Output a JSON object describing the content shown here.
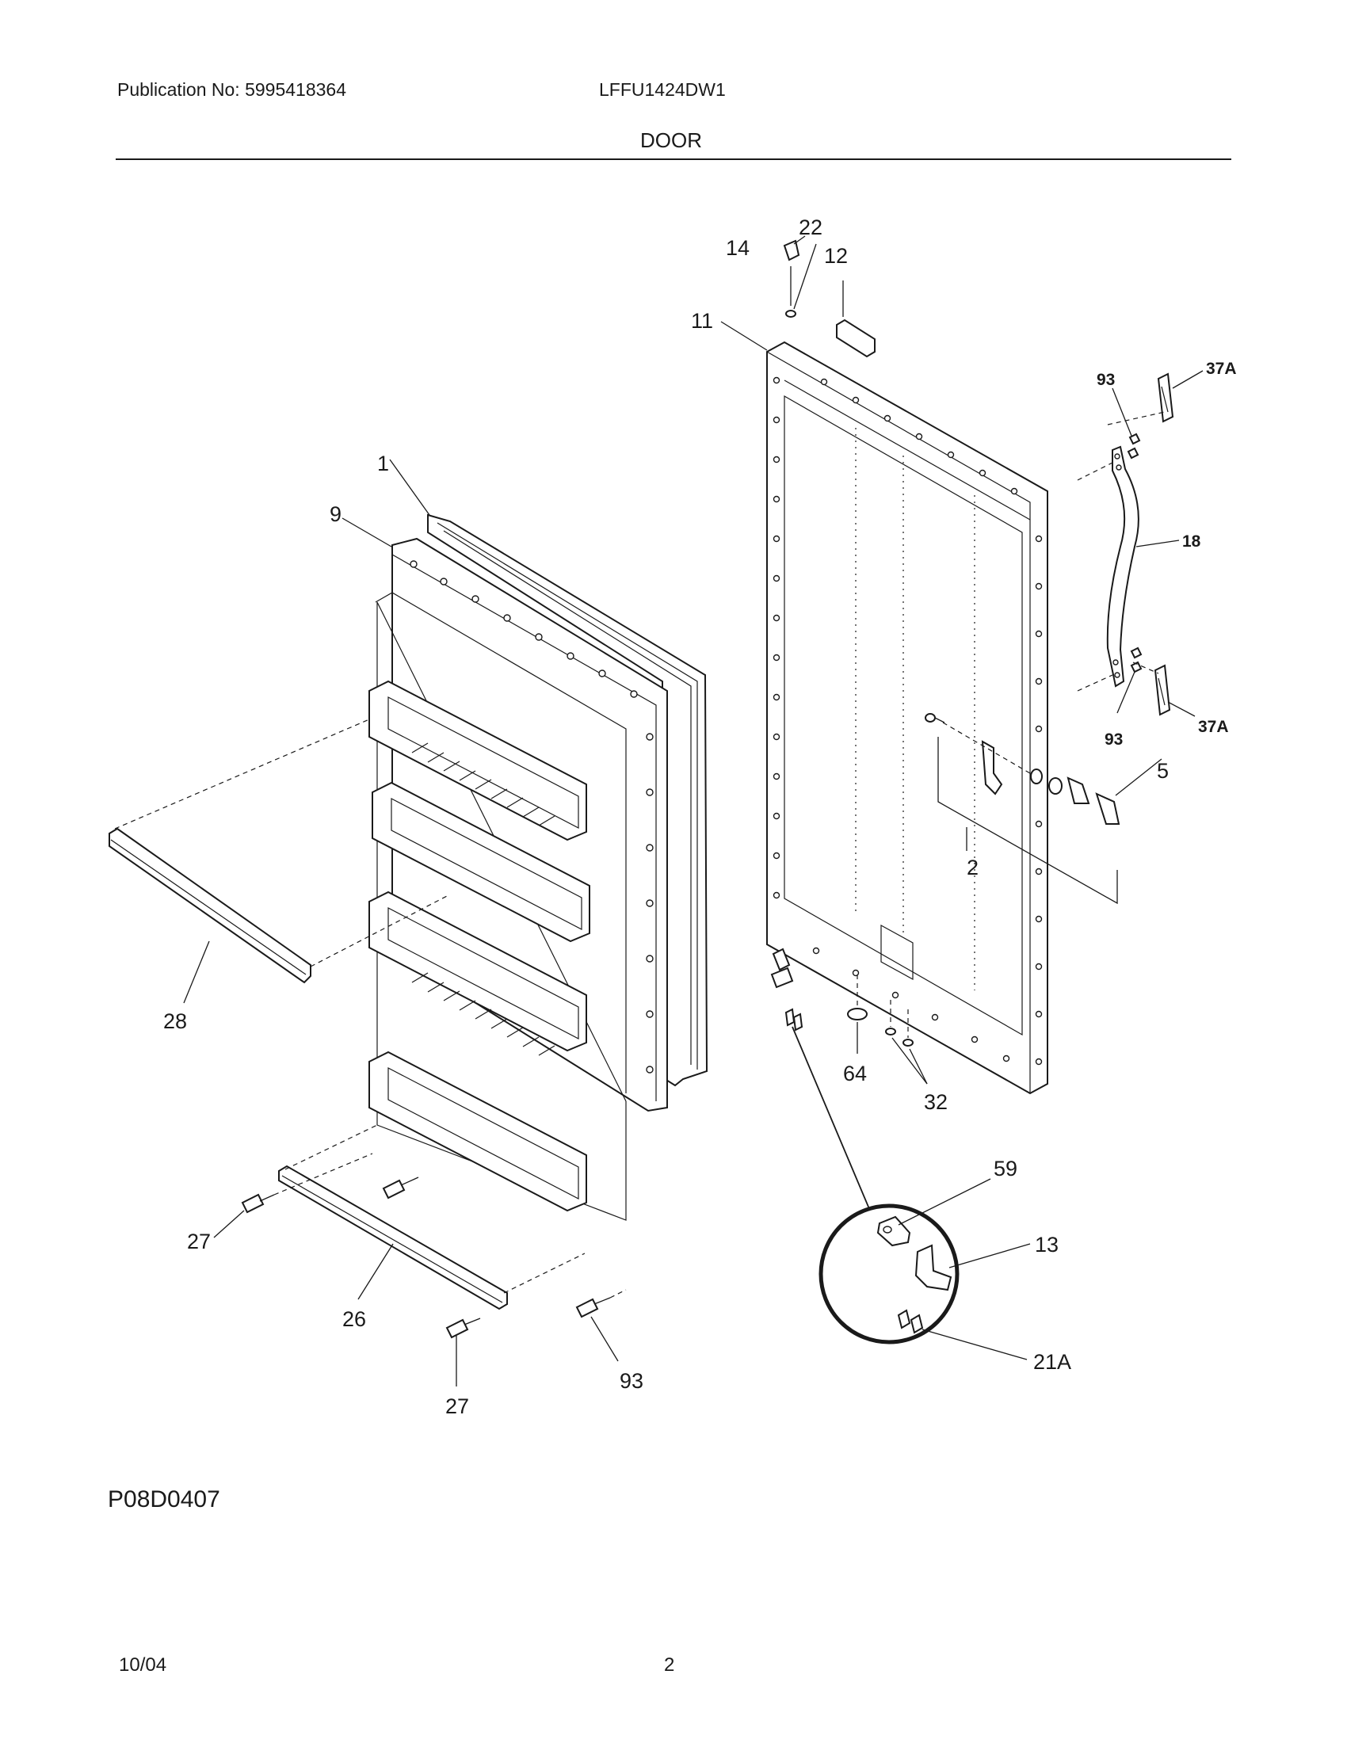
{
  "header": {
    "publication": "Publication No: 5995418364",
    "model": "LFFU1424DW1",
    "section": "DOOR"
  },
  "drawing_code": "P08D0407",
  "footer": {
    "date": "10/04",
    "page": "2"
  },
  "callouts": {
    "c1": "1",
    "c9": "9",
    "c28": "28",
    "c27a": "27",
    "c26": "26",
    "c27b": "27",
    "c93a": "93",
    "c22": "22",
    "c14": "14",
    "c12": "12",
    "c11": "11",
    "c93b": "93",
    "c37Aa": "37A",
    "c18": "18",
    "c93c": "93",
    "c37Ab": "37A",
    "c5": "5",
    "c2": "2",
    "c64": "64",
    "c32": "32",
    "c59": "59",
    "c13": "13",
    "c21A": "21A"
  }
}
